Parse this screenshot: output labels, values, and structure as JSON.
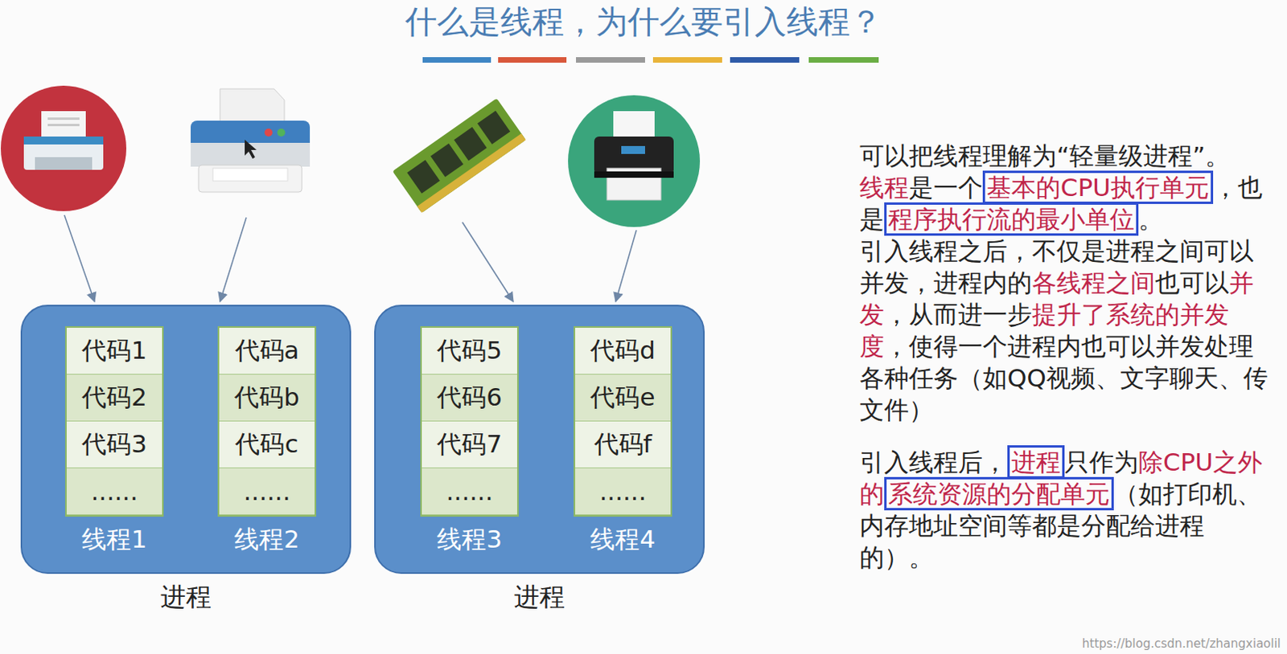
{
  "diagram": {
    "title": "什么是线程，为什么要引入线程？",
    "nodes": [
      {
        "text": [
          "进程"
        ]
      },
      {
        "text": [
          "线程1"
        ],
        "in": 0
      },
      {
        "text": [
          "代码1"
        ],
        "in": 1
      },
      {
        "text": [
          "代码2"
        ],
        "in": 1
      },
      {
        "text": [
          "代码3"
        ],
        "in": 1
      },
      {
        "text": [
          "......"
        ],
        "in": 1
      },
      {
        "text": [
          "线程2"
        ],
        "in": 0
      },
      {
        "text": [
          "代码a"
        ],
        "in": 6
      },
      {
        "text": [
          "代码b"
        ],
        "in": 6
      },
      {
        "text": [
          "代码c"
        ],
        "in": 6
      },
      {
        "text": [
          "......"
        ],
        "in": 6
      },
      {
        "text": [
          "进程"
        ]
      },
      {
        "text": [
          "线程3"
        ],
        "in": 11
      },
      {
        "text": [
          "代码5"
        ],
        "in": 12
      },
      {
        "text": [
          "代码6"
        ],
        "in": 12
      },
      {
        "text": [
          "代码7"
        ],
        "in": 12
      },
      {
        "text": [
          "......"
        ],
        "in": 12
      },
      {
        "text": [
          "线程4"
        ],
        "in": 11
      },
      {
        "text": [
          "代码d"
        ],
        "in": 17
      },
      {
        "text": [
          "代码e"
        ],
        "in": 17
      },
      {
        "text": [
          "代码f"
        ],
        "in": 17
      },
      {
        "text": [
          "......"
        ],
        "in": 17
      }
    ],
    "labels": [
      "可以把线程理解为“轻量级进程”。",
      "线程",
      "是一个",
      "基本的CPU执行单元",
      "，也是",
      "程序执行流的最小单位",
      "。",
      "引入线程之后，不仅是进程之间可以并发，进程内的",
      "各线程之间",
      "也可以",
      "并发",
      "，从而进一步",
      "提升了系统的并发度",
      "，使得一个进程内也可以并发处理各种任务（如QQ视频、文字聊天、传文件）",
      "引入线程后，",
      "进程",
      "只作为",
      "除CPU之外的",
      "系统资源的分配单元",
      "（如打印机、内存地址空间等都是分配给进程的）。",
      "https://blog.csdn.net/zhangxiaolil"
    ]
  }
}
